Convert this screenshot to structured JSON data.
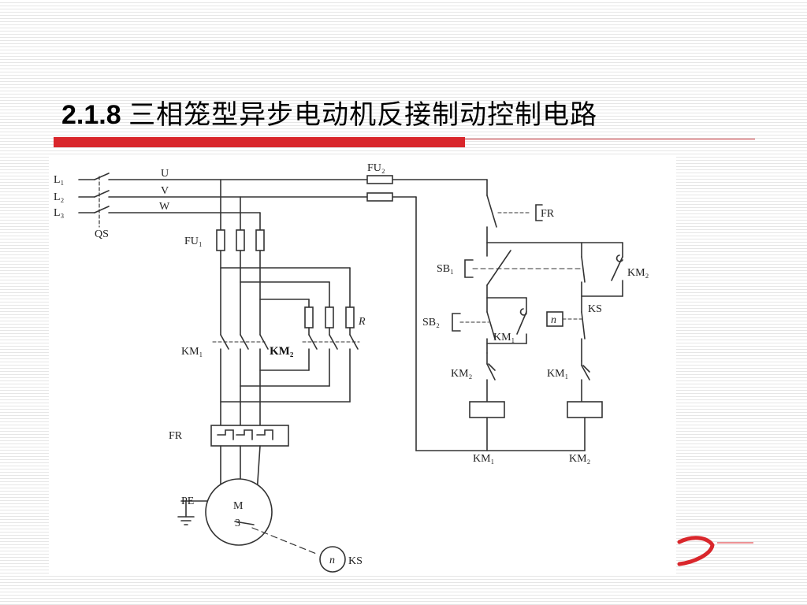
{
  "slide": {
    "number": "2.1.8",
    "title": "三相笼型异步电动机反接制动控制电路"
  },
  "diagram": {
    "labels": {
      "L1": "L₁",
      "L2": "L₂",
      "L3": "L₃",
      "QS": "QS",
      "U": "U",
      "V": "V",
      "W": "W",
      "FU1": "FU₁",
      "FU2": "FU₂",
      "R": "R",
      "KM1_main": "KM₁",
      "KM2_main": "KM₂",
      "FR_main": "FR",
      "PE": "PE",
      "motor_M": "M",
      "motor_3": "3",
      "KS_sensor": "KS",
      "n_sensor": "n",
      "FR_ctrl": "FR",
      "SB1": "SB₁",
      "SB2": "SB₂",
      "KM2_seal": "KM₂",
      "KS_contact": "KS",
      "n_box": "n",
      "KM1_aux": "KM₁",
      "KM2_int": "KM₂",
      "KM1_int": "KM₁",
      "KM1_coil": "KM₁",
      "KM2_coil": "KM₂"
    }
  },
  "colors": {
    "accent_bar": "#d9262b",
    "line": "#333333"
  }
}
